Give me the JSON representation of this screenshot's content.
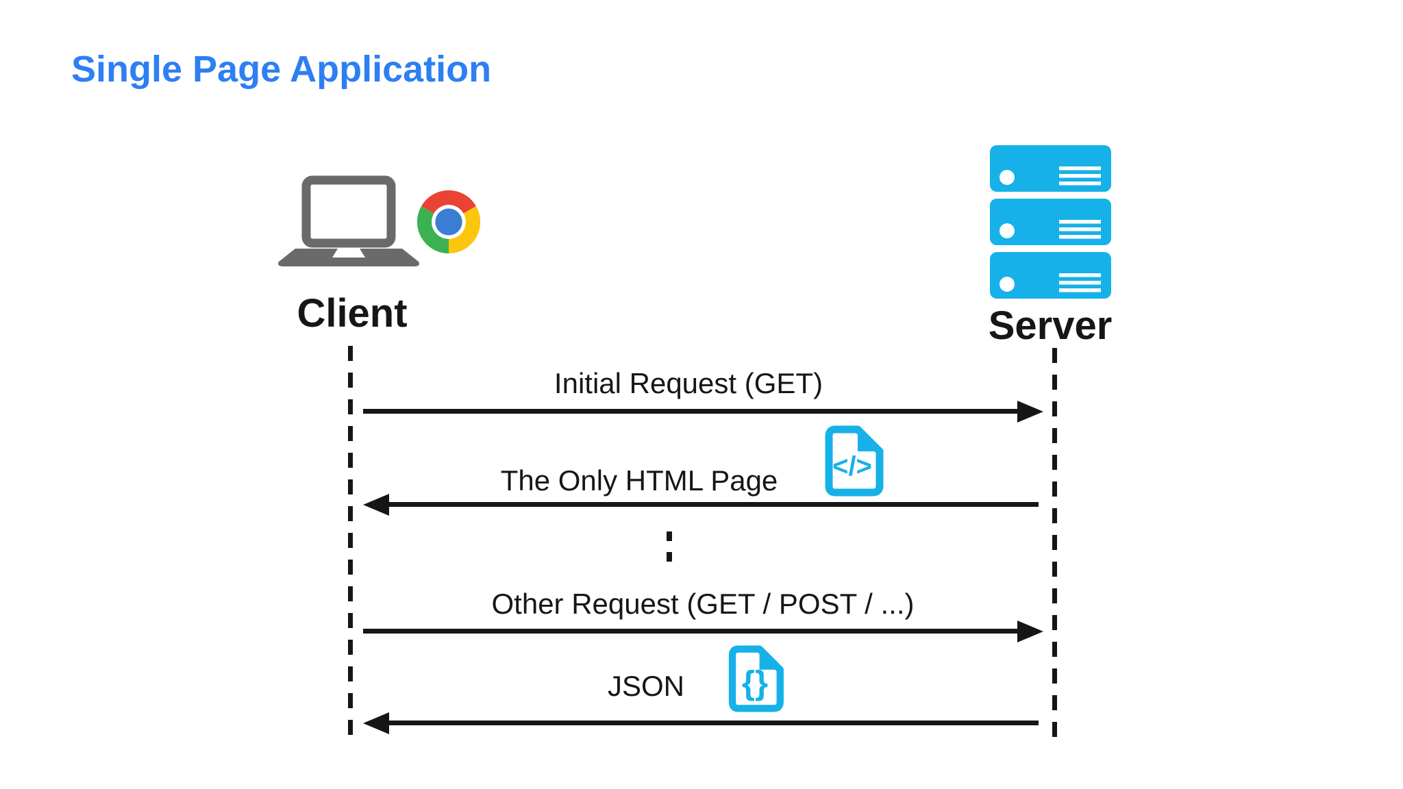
{
  "title": "Single Page Application",
  "colors": {
    "title_blue": "#2d7ff2",
    "cyan": "#16b1e8",
    "laptop_gray": "#6a6a6a",
    "ink": "#161616",
    "chrome_red": "#e84335",
    "chrome_yellow": "#fcc60e",
    "chrome_green": "#3bb152",
    "chrome_blue": "#3c7dd4",
    "bg": "#ffffff"
  },
  "actors": {
    "client": {
      "label": "Client",
      "icons": [
        "laptop-icon",
        "chrome-logo"
      ]
    },
    "server": {
      "label": "Server",
      "icons": [
        "server-stack-icon"
      ]
    }
  },
  "messages": [
    {
      "label": "Initial Request (GET)",
      "from": "client",
      "to": "server"
    },
    {
      "label": "The Only HTML Page",
      "from": "server",
      "to": "client",
      "icon": "code-file-icon",
      "icon_glyph": "</>"
    },
    {
      "label": "Other Request (GET / POST / ...)",
      "from": "client",
      "to": "server"
    },
    {
      "label": "JSON",
      "from": "server",
      "to": "client",
      "icon": "json-file-icon",
      "icon_glyph": "{}"
    }
  ],
  "continuation_marker": "dashed-gap"
}
